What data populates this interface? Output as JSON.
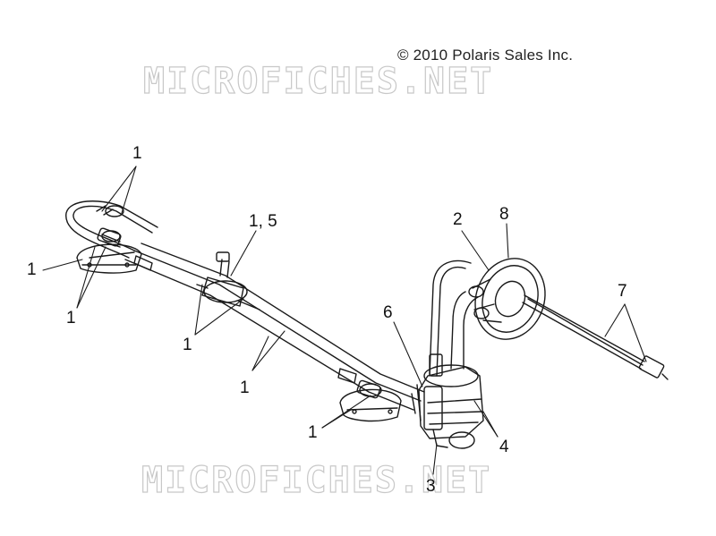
{
  "copyright": "© 2010 Polaris Sales Inc.",
  "watermark": "MICROFICHES.NET",
  "callouts": [
    {
      "id": "c1",
      "label": "1"
    },
    {
      "id": "c2",
      "label": "1"
    },
    {
      "id": "c3",
      "label": "1"
    },
    {
      "id": "c4",
      "label": "1, 5"
    },
    {
      "id": "c5",
      "label": "1"
    },
    {
      "id": "c6",
      "label": "1"
    },
    {
      "id": "c7",
      "label": "1"
    },
    {
      "id": "c8",
      "label": "2"
    },
    {
      "id": "c9",
      "label": "8"
    },
    {
      "id": "c10",
      "label": "6"
    },
    {
      "id": "c11",
      "label": "7"
    },
    {
      "id": "c12",
      "label": "4"
    },
    {
      "id": "c13",
      "label": "3"
    }
  ],
  "colors": {
    "line": "#1a1a1a",
    "watermark": "#c8c8c8"
  }
}
